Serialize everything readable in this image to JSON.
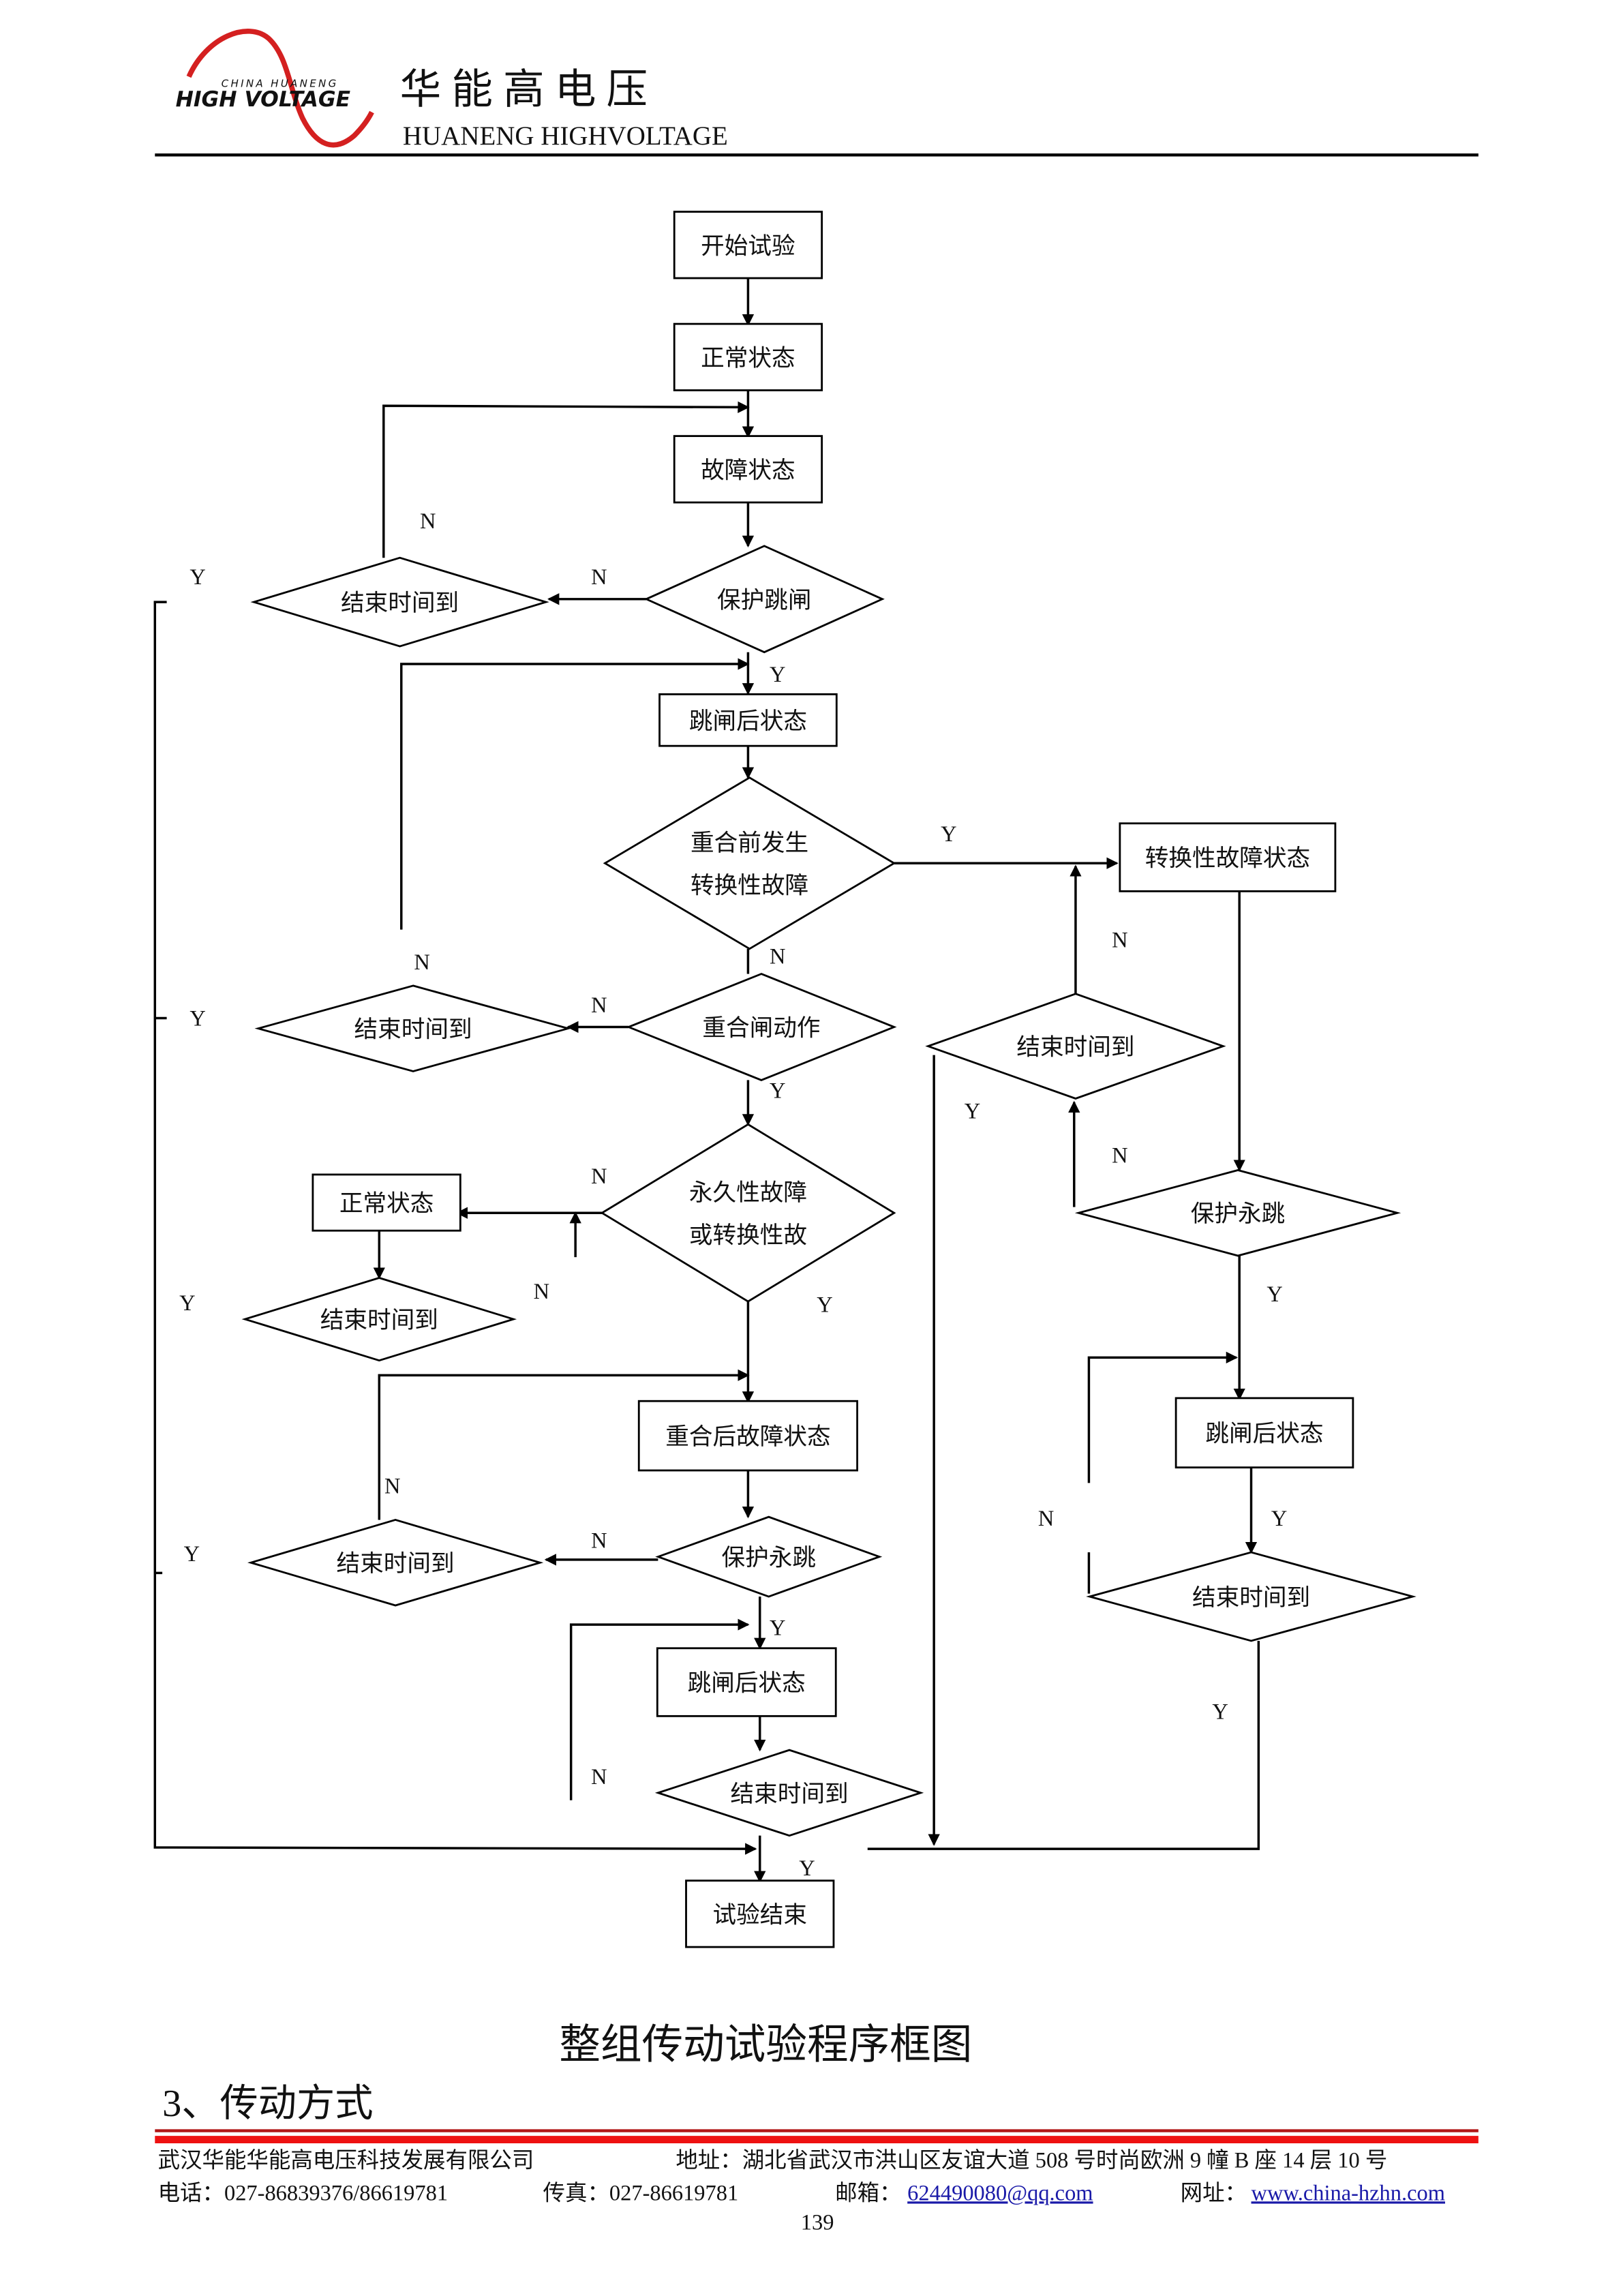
{
  "header": {
    "logo_small": "CHINA HUANENG",
    "logo_big": "HIGH VOLTAGE",
    "title_cn": "华 能 高 电 压",
    "title_en": "HUANENG  HIGHVOLTAGE",
    "logo_color": "#d42020"
  },
  "flowchart": {
    "nodes": [
      {
        "shape": "rect",
        "lines": [
          "开始试验"
        ]
      },
      {
        "shape": "rect",
        "lines": [
          "正常状态"
        ]
      },
      {
        "shape": "rect",
        "lines": [
          "故障状态"
        ]
      },
      {
        "shape": "diamond",
        "lines": [
          "保护跳闸"
        ]
      },
      {
        "shape": "diamond",
        "lines": [
          "结束时间到"
        ]
      },
      {
        "shape": "rect",
        "lines": [
          "跳闸后状态"
        ]
      },
      {
        "shape": "diamond",
        "lines": [
          "重合前发生",
          "转换性故障"
        ]
      },
      {
        "shape": "rect",
        "lines": [
          "转换性故障状态"
        ]
      },
      {
        "shape": "diamond",
        "lines": [
          "重合闸动作"
        ]
      },
      {
        "shape": "diamond",
        "lines": [
          "结束时间到"
        ]
      },
      {
        "shape": "diamond",
        "lines": [
          "结束时间到"
        ]
      },
      {
        "shape": "diamond",
        "lines": [
          "永久性故障",
          "或转换性故"
        ]
      },
      {
        "shape": "rect",
        "lines": [
          "正常状态"
        ]
      },
      {
        "shape": "diamond",
        "lines": [
          "结束时间到"
        ]
      },
      {
        "shape": "diamond",
        "lines": [
          "保护永跳"
        ]
      },
      {
        "shape": "rect",
        "lines": [
          "重合后故障状态"
        ]
      },
      {
        "shape": "rect",
        "lines": [
          "跳闸后状态"
        ]
      },
      {
        "shape": "diamond",
        "lines": [
          "保护永跳"
        ]
      },
      {
        "shape": "diamond",
        "lines": [
          "结束时间到"
        ]
      },
      {
        "shape": "diamond",
        "lines": [
          "结束时间到"
        ]
      },
      {
        "shape": "rect",
        "lines": [
          "跳闸后状态"
        ]
      },
      {
        "shape": "diamond",
        "lines": [
          "结束时间到"
        ]
      },
      {
        "shape": "rect",
        "lines": [
          "试验结束"
        ]
      }
    ],
    "branch_labels": [
      "N",
      "Y",
      "N",
      "Y",
      "Y",
      "N",
      "N",
      "N",
      "Y",
      "N",
      "Y",
      "Y",
      "N",
      "N",
      "Y",
      "N",
      "Y",
      "Y",
      "N",
      "N",
      "Y",
      "Y",
      "N",
      "Y",
      "Y",
      "N",
      "Y"
    ],
    "caption": "整组传动试验程序框图"
  },
  "footer": {
    "overlay": "3、传动方式",
    "company": "武汉华能华能高电压科技发展有限公司",
    "address": "地址：湖北省武汉市洪山区友谊大道 508 号时尚欧洲 9 幢 B 座 14 层 10 号",
    "phone": "电话：027-86839376/86619781",
    "fax": "传真：027-86619781",
    "email_label": "邮箱：",
    "email": "624490080@qq.com",
    "web_label": "网址：",
    "web": "www.china-hzhn.com",
    "page_number": "139",
    "rule_color": "#ee1111"
  }
}
